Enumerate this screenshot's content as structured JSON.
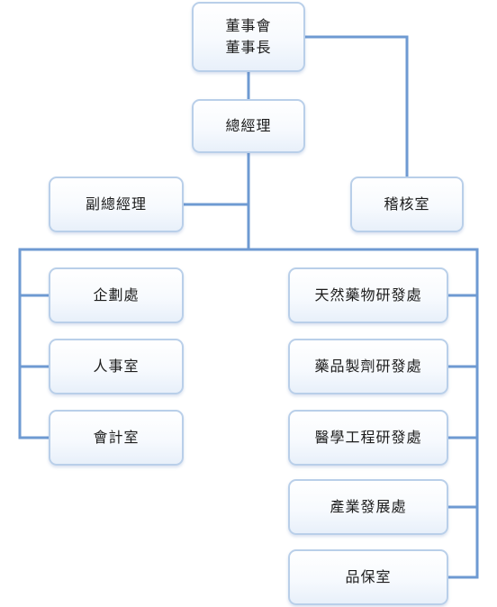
{
  "org_chart": {
    "board": {
      "line1": "董事會",
      "line2": "董事長"
    },
    "general_manager": "總經理",
    "deputy_general_manager": "副總經理",
    "audit_office": "稽核室",
    "left_departments": [
      "企劃處",
      "人事室",
      "會計室"
    ],
    "right_departments": [
      "天然藥物研發處",
      "藥品製劑研發處",
      "醫學工程研發處",
      "產業發展處",
      "品保室"
    ]
  },
  "colors": {
    "connector": "#6e9ad2",
    "box_border": "#b9cfe9",
    "box_fill_top": "#ffffff",
    "box_fill_bottom": "#e8f0fa",
    "text": "#1c1c1c"
  }
}
